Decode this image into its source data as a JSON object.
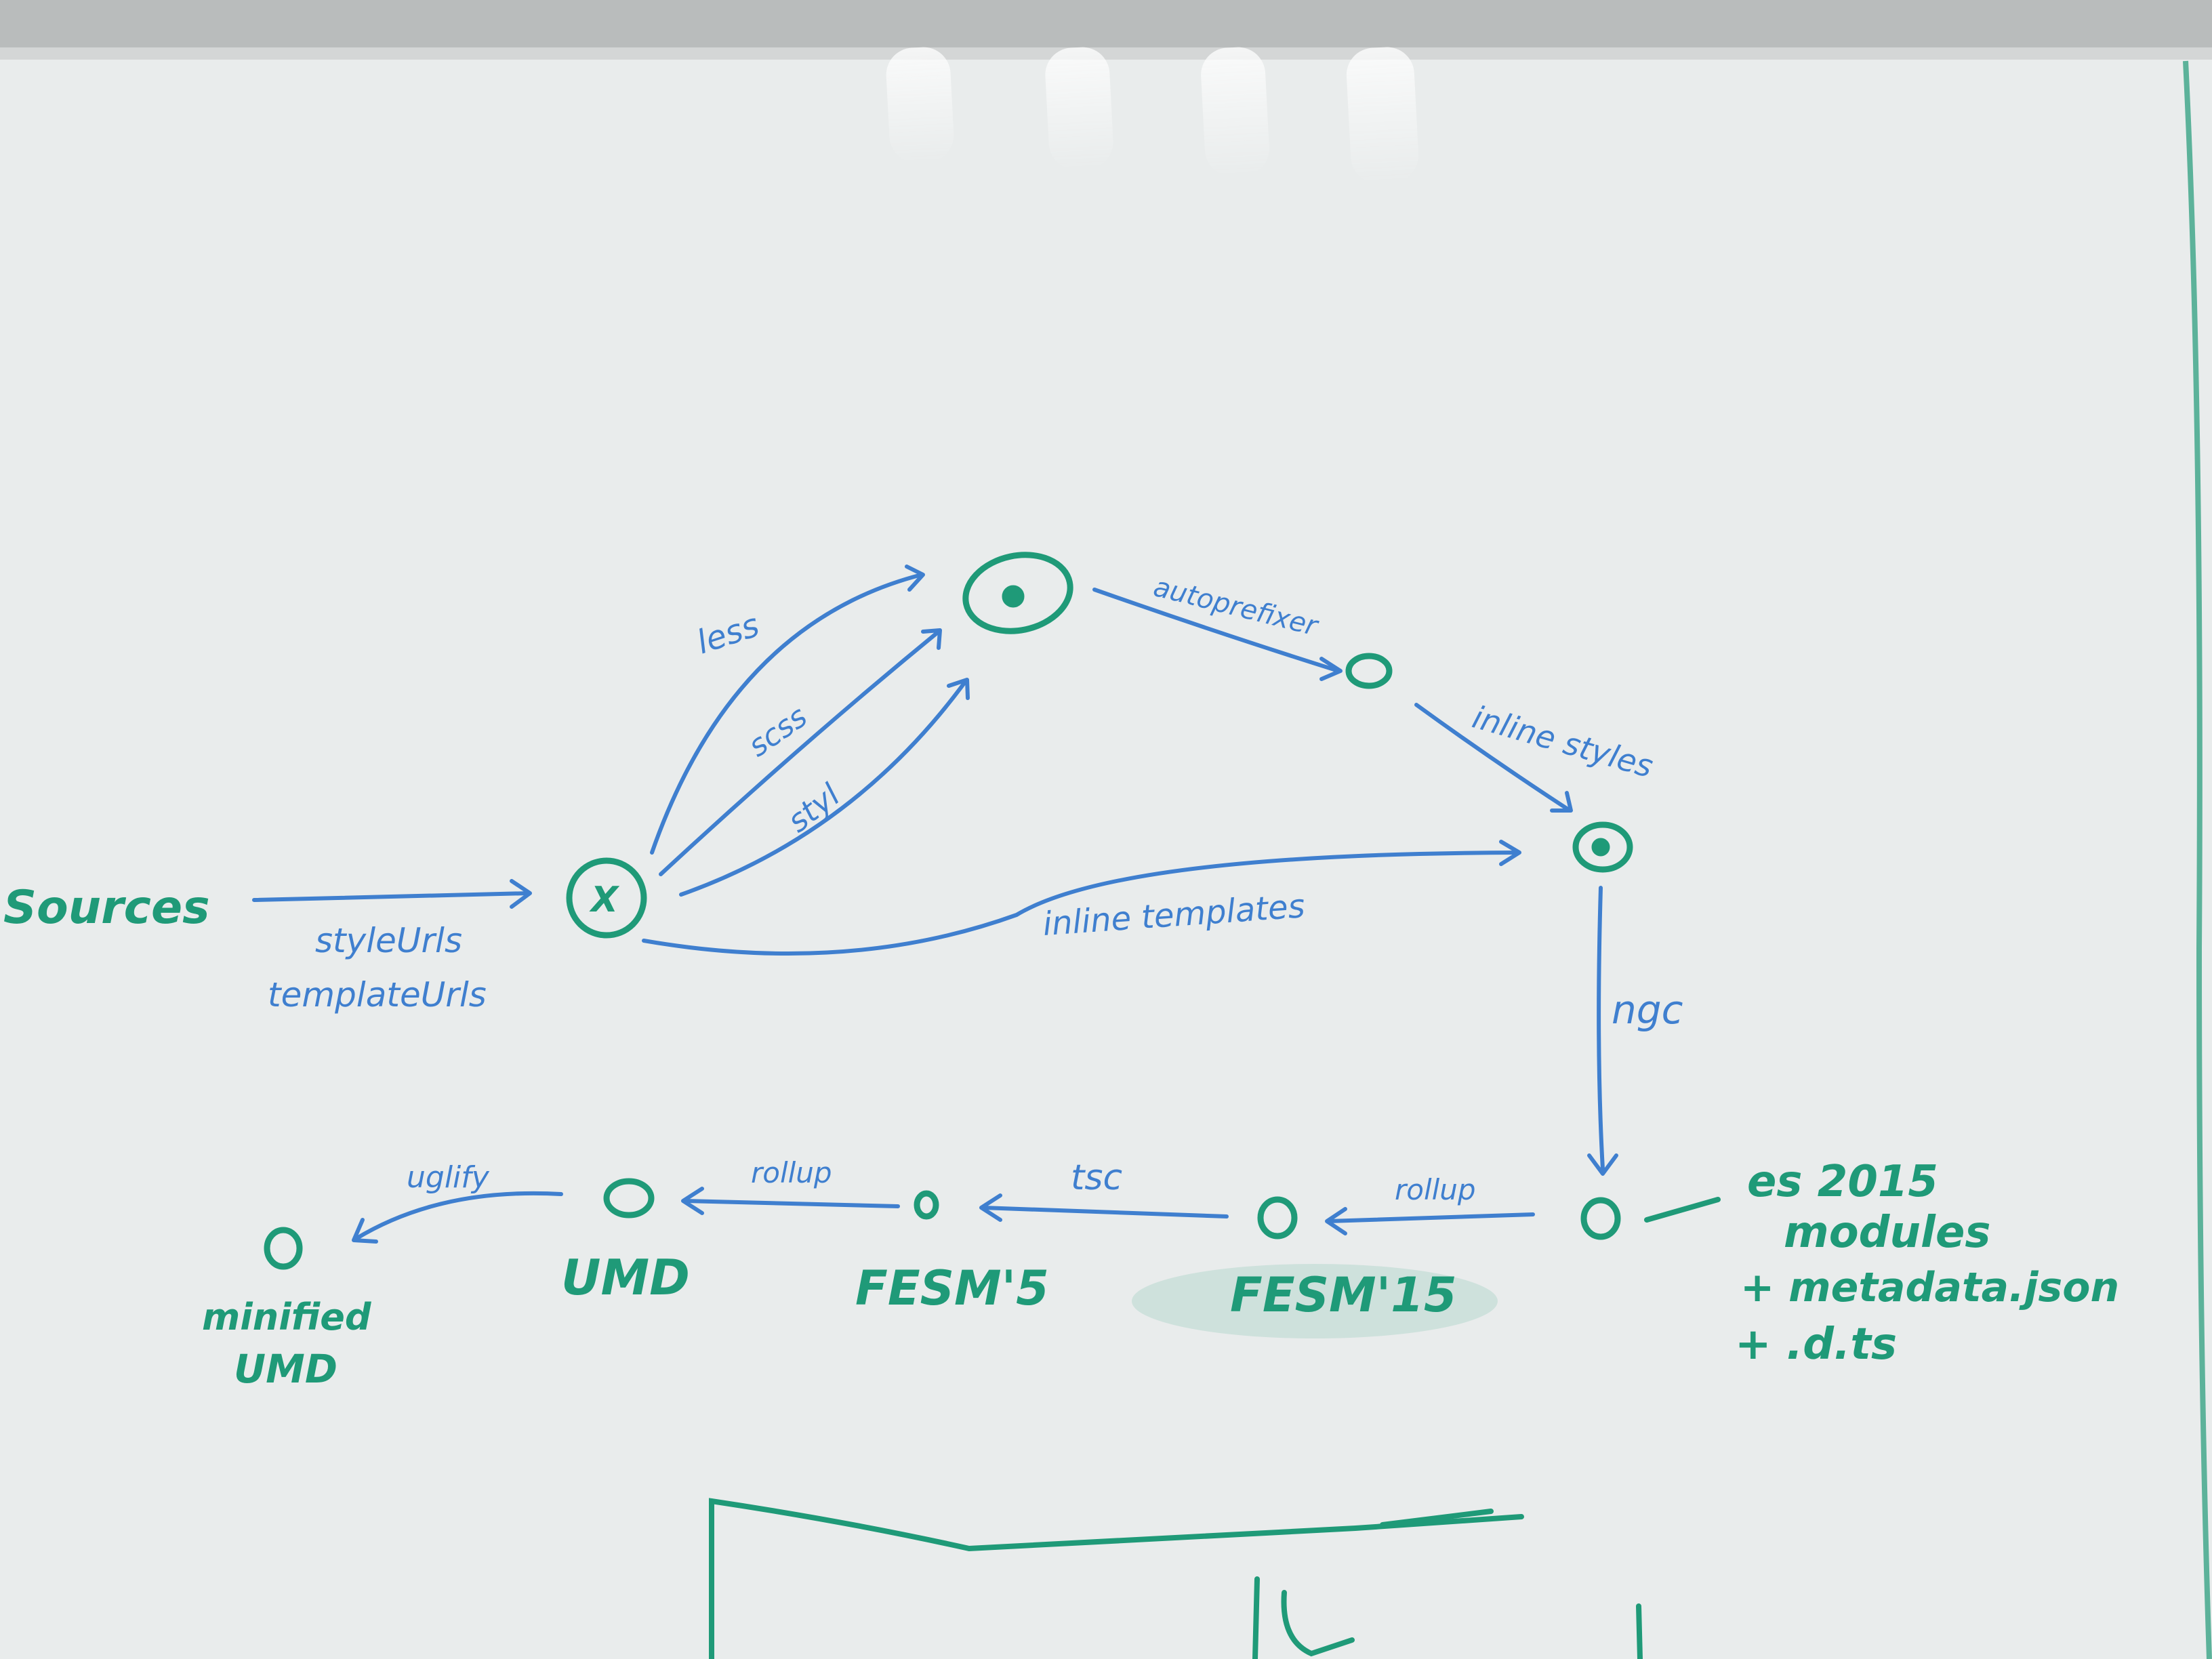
{
  "colors": {
    "board": "#e9ecec",
    "blue_marker": "#3f7fcf",
    "green_marker": "#1f9a78"
  },
  "nodes": {
    "sources": "Sources",
    "x_node": "X",
    "out_umd": "UMD",
    "out_fesm5": "FESM'5",
    "out_fesm15": "FESM'15",
    "out_minified": [
      "minified",
      "UMD"
    ],
    "out_es2015": [
      "es 2015",
      "modules",
      "+ metadata.json",
      "+ .d.ts"
    ]
  },
  "edges": {
    "source_urls": [
      "styleUrls",
      "templateUrls"
    ],
    "less": "less",
    "scss": "scss",
    "styl": "styl",
    "autoprefixer": "autoprefixer",
    "inline_styles": "inline styles",
    "inline_templates": "inline templates",
    "ngc": "ngc",
    "rollup_es": "rollup",
    "tsc": "tsc",
    "rollup_umd": "rollup",
    "uglify": "uglify"
  }
}
